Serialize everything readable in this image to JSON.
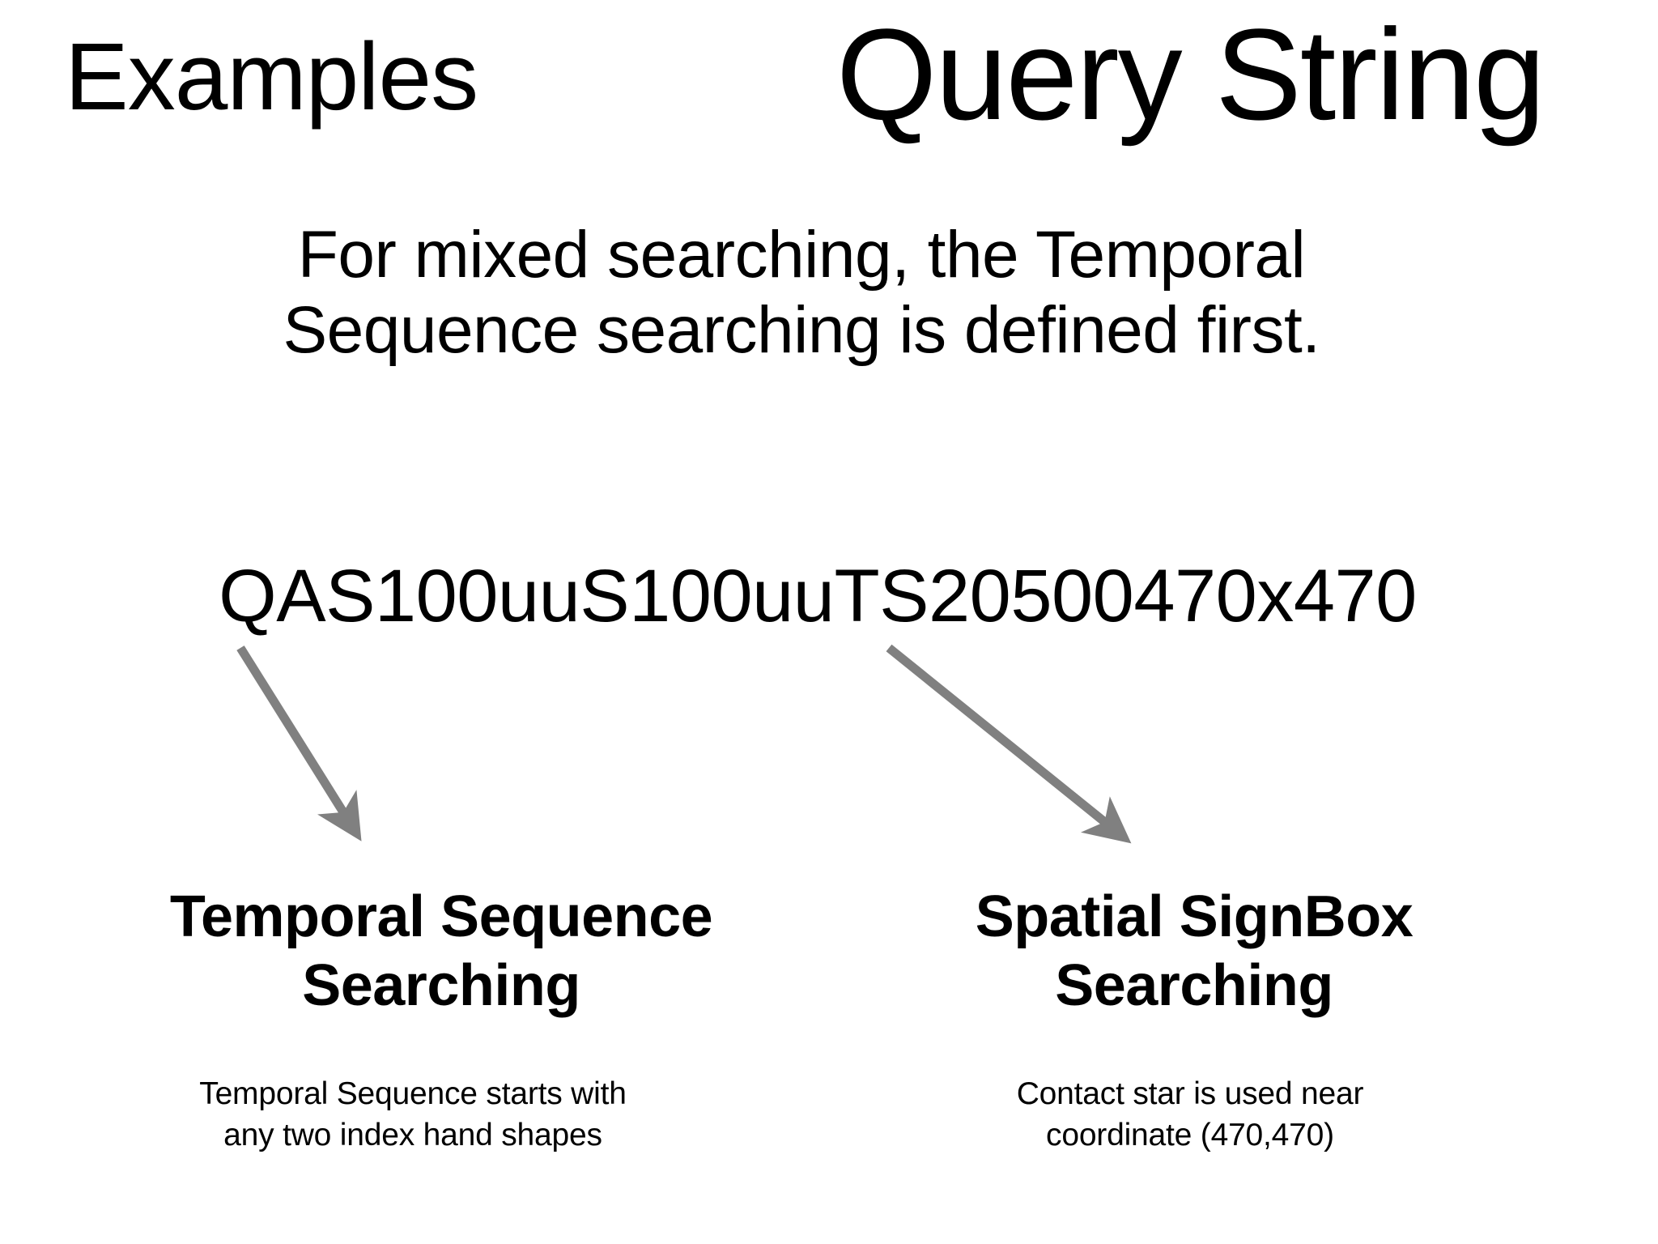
{
  "slide": {
    "background_color": "#ffffff",
    "text_color": "#000000",
    "arrow_color": "#808080"
  },
  "header": {
    "section_title": "Examples",
    "main_title": "Query String"
  },
  "intro": {
    "text": "For mixed searching, the Temporal Sequence searching is defined first."
  },
  "query": {
    "string": "QAS100uuS100uuTS20500470x470"
  },
  "branches": [
    {
      "label_line1": "Temporal Sequence",
      "label_line2": "Searching",
      "caption_line1": "Temporal Sequence starts with",
      "caption_line2": "any two index hand shapes"
    },
    {
      "label_line1": "Spatial SignBox",
      "label_line2": "Searching",
      "caption_line1": "Contact star is used near",
      "caption_line2": "coordinate (470,470)"
    }
  ]
}
